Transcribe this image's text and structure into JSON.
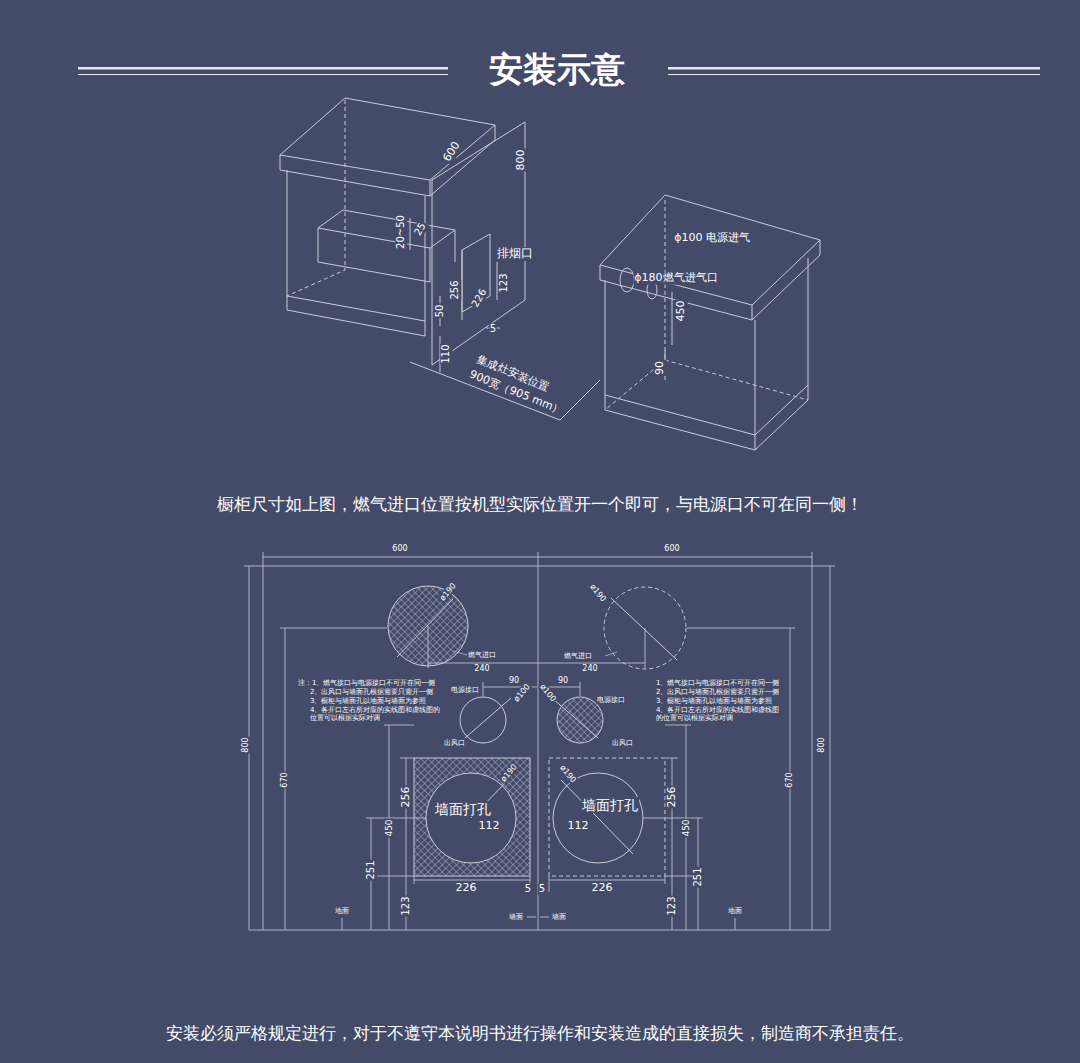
{
  "diagram": {
    "title": "安装示意",
    "caption": "橱柜尺寸如上图，燃气进口位置按机型实际位置开一个即可，与电源口不可在同一侧！",
    "nodes": [
      {
        "text": [
          "ø190",
          "燃气进口"
        ]
      },
      {
        "text": [
          "ø190",
          "燃气进口"
        ]
      },
      {
        "text": [
          "电源接口",
          "ø100"
        ]
      },
      {
        "text": [
          "电源接口",
          "ø100"
        ]
      },
      {
        "text": [
          "出风口",
          "ø190",
          "墙面打孔",
          "112"
        ]
      },
      {
        "text": [
          "出风口",
          "ø190",
          "墙面打孔",
          "112"
        ]
      }
    ],
    "labels": [
      "600",
      "800",
      "20~50",
      "25",
      "排烟口",
      "256",
      "226",
      "123",
      "50",
      "5",
      "110",
      "集成灶安装位置",
      "900宽（905 mm）",
      "ϕ100 电源进气",
      "ϕ180燃气进气口",
      "450",
      "90",
      "600",
      "600",
      "240",
      "240",
      "90",
      "90",
      "注：1、燃气接口与电源接口不可开在同一侧",
      "2、出风口与墙面孔根据需要只需开一侧",
      "3、橱柜与墙面孔以地面与墙面为参照",
      "4、各开口左右所对应的实线图和虚线图的位置可以根据实际对调",
      "1、燃气接口与电源接口不可开在同一侧",
      "2、出风口与墙面孔根据需要只需开一侧",
      "3、橱柜与墙面孔以地面与墙面为参照",
      "4、各开口左右所对应的实线图和虚线图的位置可以根据实际对调",
      "800",
      "670",
      "800",
      "670",
      "256",
      "256",
      "450",
      "450",
      "251",
      "251",
      "123",
      "123",
      "226",
      "226",
      "5",
      "5",
      "地面",
      "地面",
      "墙面",
      "墙面",
      "安装必须严格规定进行，对于不遵守本说明书进行操作和安装造成的直接损失，制造商不承担责任。"
    ]
  }
}
